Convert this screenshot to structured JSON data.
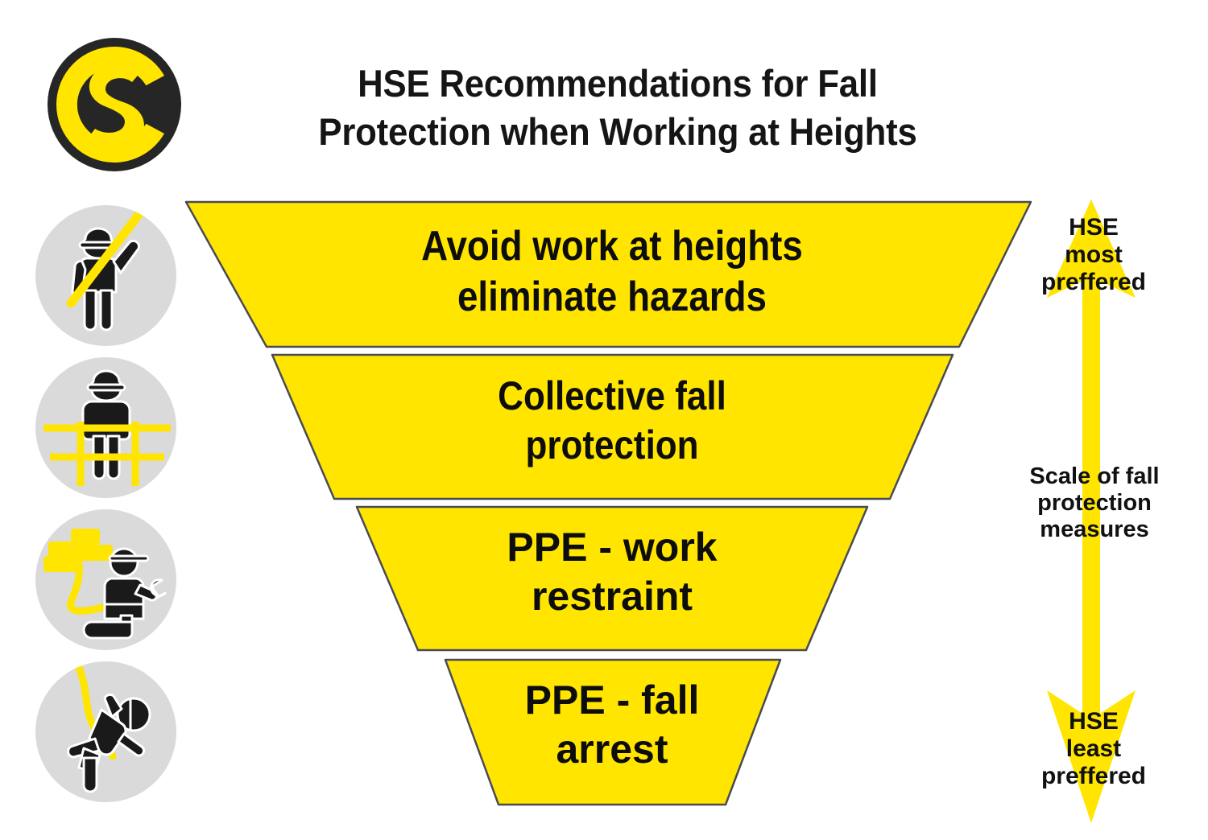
{
  "page": {
    "background_color": "#FFFFFF",
    "accent_yellow": "#FFE500",
    "dark": "#1A1A1A",
    "icon_circle_gray": "#DADADA"
  },
  "logo": {
    "name": "company-logo",
    "description": "dark circle badge with overlapping yellow C and S letterforms",
    "circle_color": "#262626",
    "letter_color": "#FFE500"
  },
  "title": {
    "line1": "HSE Recommendations for Fall",
    "line2": "Protection when Working at Heights"
  },
  "funnel": {
    "tiers": [
      {
        "id": "tier-avoid",
        "line1": "Avoid work at heights",
        "line2": "eliminate hazards",
        "icon_name": "worker-raised-arm-prohibited-icon",
        "icon_description": "worker with raised arm crossed by yellow slash"
      },
      {
        "id": "tier-collective",
        "line1": "Collective fall",
        "line2": "protection",
        "icon_name": "worker-behind-guardrail-icon",
        "icon_description": "worker standing behind a yellow guardrail"
      },
      {
        "id": "tier-work-restraint",
        "line1": "PPE - work",
        "line2": "restraint",
        "icon_name": "worker-lanyard-restraint-icon",
        "icon_description": "kneeling worker with yellow lanyard to anchor point holding a wrench"
      },
      {
        "id": "tier-fall-arrest",
        "line1": "PPE - fall",
        "line2": "arrest",
        "icon_name": "worker-falling-lifeline-icon",
        "icon_description": "falling worker attached to a yellow lifeline"
      }
    ]
  },
  "scale": {
    "top_label": {
      "line1": "HSE",
      "line2": "most",
      "line3": "preffered"
    },
    "middle_label": {
      "line1": "Scale of fall",
      "line2": "protection",
      "line3": "measures"
    },
    "bottom_label": {
      "line1": "HSE",
      "line2": "least",
      "line3": "preffered"
    },
    "arrow_color": "#FFE500",
    "direction": "double-headed vertical"
  }
}
